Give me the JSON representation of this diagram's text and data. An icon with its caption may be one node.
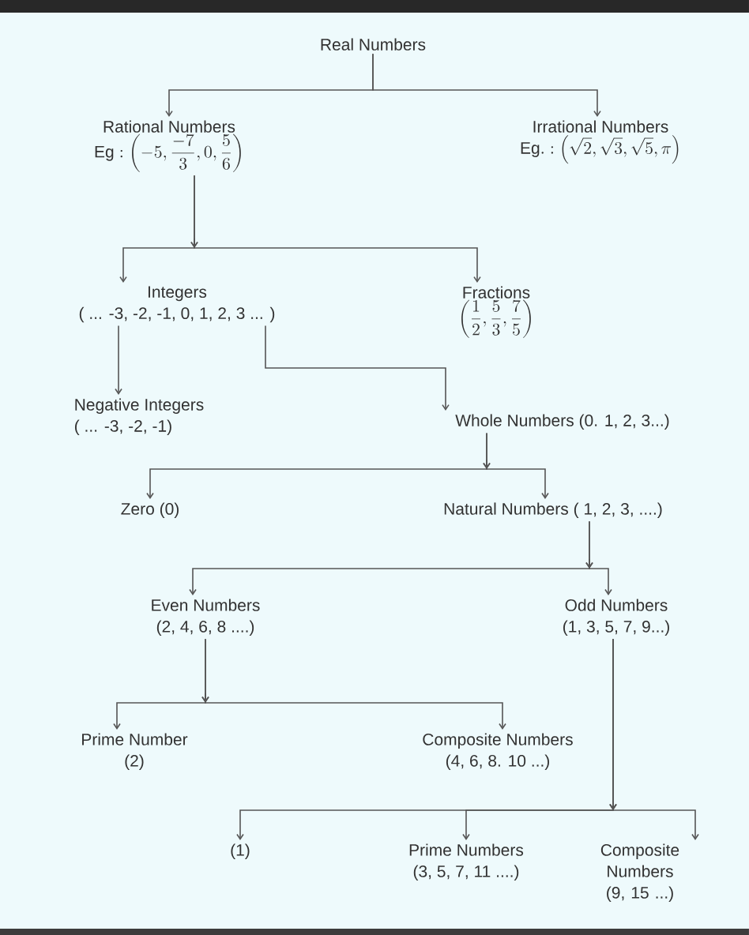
{
  "diagram": {
    "nodes": [
      {
        "text": [
          "Real Numbers"
        ]
      },
      {
        "text": [
          "Rational Numbers",
          "\\mathrm{Eg}:\\left(-5,\\frac{-7}{3},0,\\frac{5}{6}\\right)"
        ]
      },
      {
        "text": [
          "Irrational Numbers",
          "\\mathrm{Eg.}:\\left(\\sqrt{2},\\sqrt{3},\\sqrt{5},\\pi\\right)"
        ]
      },
      {
        "text": [
          "Integers",
          "( ... -3, -2, -1, 0, 1, 2, 3 ... )"
        ]
      },
      {
        "text": [
          "Fractions",
          "\\left(\\frac{1}{2},\\frac{5}{3},\\frac{7}{5}\\right)"
        ]
      },
      {
        "text": [
          "Negative Integers",
          "( ... -3, -2, -1)"
        ]
      },
      {
        "text": [
          "Whole Numbers (0. 1, 2, 3...)"
        ]
      },
      {
        "text": [
          "Zero (0)"
        ]
      },
      {
        "text": [
          "Natural Numbers ( 1, 2, 3, ....)"
        ]
      },
      {
        "text": [
          "Even Numbers",
          "(2, 4, 6, 8 ....)"
        ]
      },
      {
        "text": [
          "Odd Numbers",
          "(1, 3, 5, 7, 9...)"
        ]
      },
      {
        "text": [
          "Prime Number",
          "(2)"
        ]
      },
      {
        "text": [
          "Composite Numbers",
          "(4, 6, 8. 10 ...)"
        ]
      },
      {
        "text": [
          "(1)"
        ]
      },
      {
        "text": [
          "Prime Numbers",
          "(3, 5, 7, 11 ....)"
        ]
      },
      {
        "text": [
          "Composite Numbers",
          "(9, 15 ...)"
        ]
      }
    ],
    "edges": [
      {
        "from": 0,
        "to": 1,
        "arrow": "to"
      },
      {
        "from": 0,
        "to": 2,
        "arrow": "to"
      },
      {
        "from": 1,
        "to": 3,
        "arrow": "to"
      },
      {
        "from": 1,
        "to": 4,
        "arrow": "to"
      },
      {
        "from": 3,
        "to": 5,
        "arrow": "to"
      },
      {
        "from": 3,
        "to": 6,
        "arrow": "to"
      },
      {
        "from": 6,
        "to": 7,
        "arrow": "to"
      },
      {
        "from": 6,
        "to": 8,
        "arrow": "to"
      },
      {
        "from": 8,
        "to": 9,
        "arrow": "to"
      },
      {
        "from": 8,
        "to": 10,
        "arrow": "to"
      },
      {
        "from": 9,
        "to": 11,
        "arrow": "to"
      },
      {
        "from": 9,
        "to": 12,
        "arrow": "to"
      },
      {
        "from": 10,
        "to": 13,
        "arrow": "to"
      },
      {
        "from": 10,
        "to": 14,
        "arrow": "to"
      },
      {
        "from": 10,
        "to": 15,
        "arrow": "to"
      }
    ]
  }
}
